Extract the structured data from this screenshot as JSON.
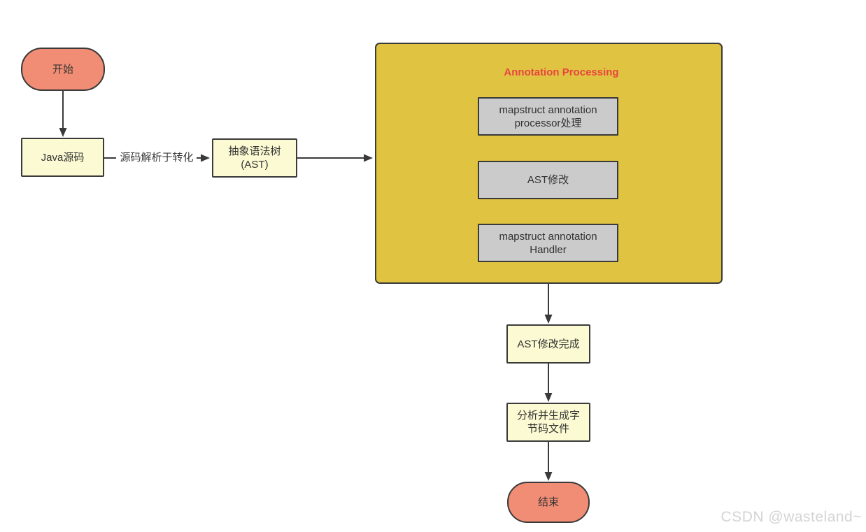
{
  "diagram": {
    "container": {
      "title": "Annotation Processing"
    },
    "nodes": {
      "start": {
        "label": "开始"
      },
      "java_source": {
        "label": "Java源码"
      },
      "ast": {
        "line1": "抽象语法树",
        "line2": "(AST)"
      },
      "processor": {
        "line1": "mapstruct annotation",
        "line2": "processor处理"
      },
      "ast_modify": {
        "label": "AST修改"
      },
      "handler": {
        "line1": "mapstruct annotation",
        "line2": "Handler"
      },
      "ast_done": {
        "label": "AST修改完成"
      },
      "bytecode": {
        "line1": "分析并生成字",
        "line2": "节码文件"
      },
      "end": {
        "label": "结束"
      }
    },
    "edges": {
      "parse_label": "源码解析于转化"
    },
    "watermark": "CSDN @wasteland~",
    "colors": {
      "terminal_fill": "#F18D74",
      "process_fill": "#FBFAD2",
      "container_fill": "#E0C341",
      "container_title": "#E8453F",
      "inner_fill": "#CBCBCB",
      "border": "#3A3A3A",
      "arrow": "#3A3A3A",
      "watermark": "#D4D4D4",
      "background": "#FFFFFF"
    }
  }
}
